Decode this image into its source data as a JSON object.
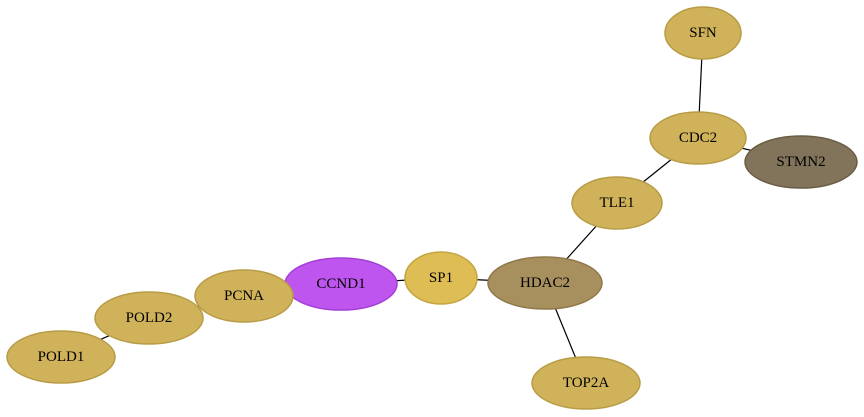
{
  "nodes": [
    {
      "id": "SFN",
      "label": "SFN",
      "color": "#cfb25a",
      "stroke": "#b89c45"
    },
    {
      "id": "CDC2",
      "label": "CDC2",
      "color": "#cfb25a",
      "stroke": "#b89c45"
    },
    {
      "id": "STMN2",
      "label": "STMN2",
      "color": "#82745a",
      "stroke": "#6a5d45"
    },
    {
      "id": "TLE1",
      "label": "TLE1",
      "color": "#cfb25a",
      "stroke": "#b89c45"
    },
    {
      "id": "HDAC2",
      "label": "HDAC2",
      "color": "#a88f5e",
      "stroke": "#8f784a"
    },
    {
      "id": "SP1",
      "label": "SP1",
      "color": "#dfbd55",
      "stroke": "#c4a543"
    },
    {
      "id": "TOP2A",
      "label": "TOP2A",
      "color": "#cfb25a",
      "stroke": "#b89c45"
    },
    {
      "id": "CCND1",
      "label": "CCND1",
      "color": "#bf55ef",
      "stroke": "#a43fd6"
    },
    {
      "id": "PCNA",
      "label": "PCNA",
      "color": "#cfb25a",
      "stroke": "#b89c45"
    },
    {
      "id": "POLD2",
      "label": "POLD2",
      "color": "#cfb25a",
      "stroke": "#b89c45"
    },
    {
      "id": "POLD1",
      "label": "POLD1",
      "color": "#cfb25a",
      "stroke": "#b89c45"
    }
  ],
  "edges": [
    {
      "from": "SFN",
      "to": "CDC2"
    },
    {
      "from": "CDC2",
      "to": "STMN2"
    },
    {
      "from": "CDC2",
      "to": "TLE1"
    },
    {
      "from": "TLE1",
      "to": "HDAC2"
    },
    {
      "from": "HDAC2",
      "to": "SP1"
    },
    {
      "from": "HDAC2",
      "to": "TOP2A"
    },
    {
      "from": "SP1",
      "to": "CCND1"
    },
    {
      "from": "CCND1",
      "to": "PCNA"
    },
    {
      "from": "PCNA",
      "to": "POLD2"
    },
    {
      "from": "POLD2",
      "to": "POLD1"
    }
  ]
}
